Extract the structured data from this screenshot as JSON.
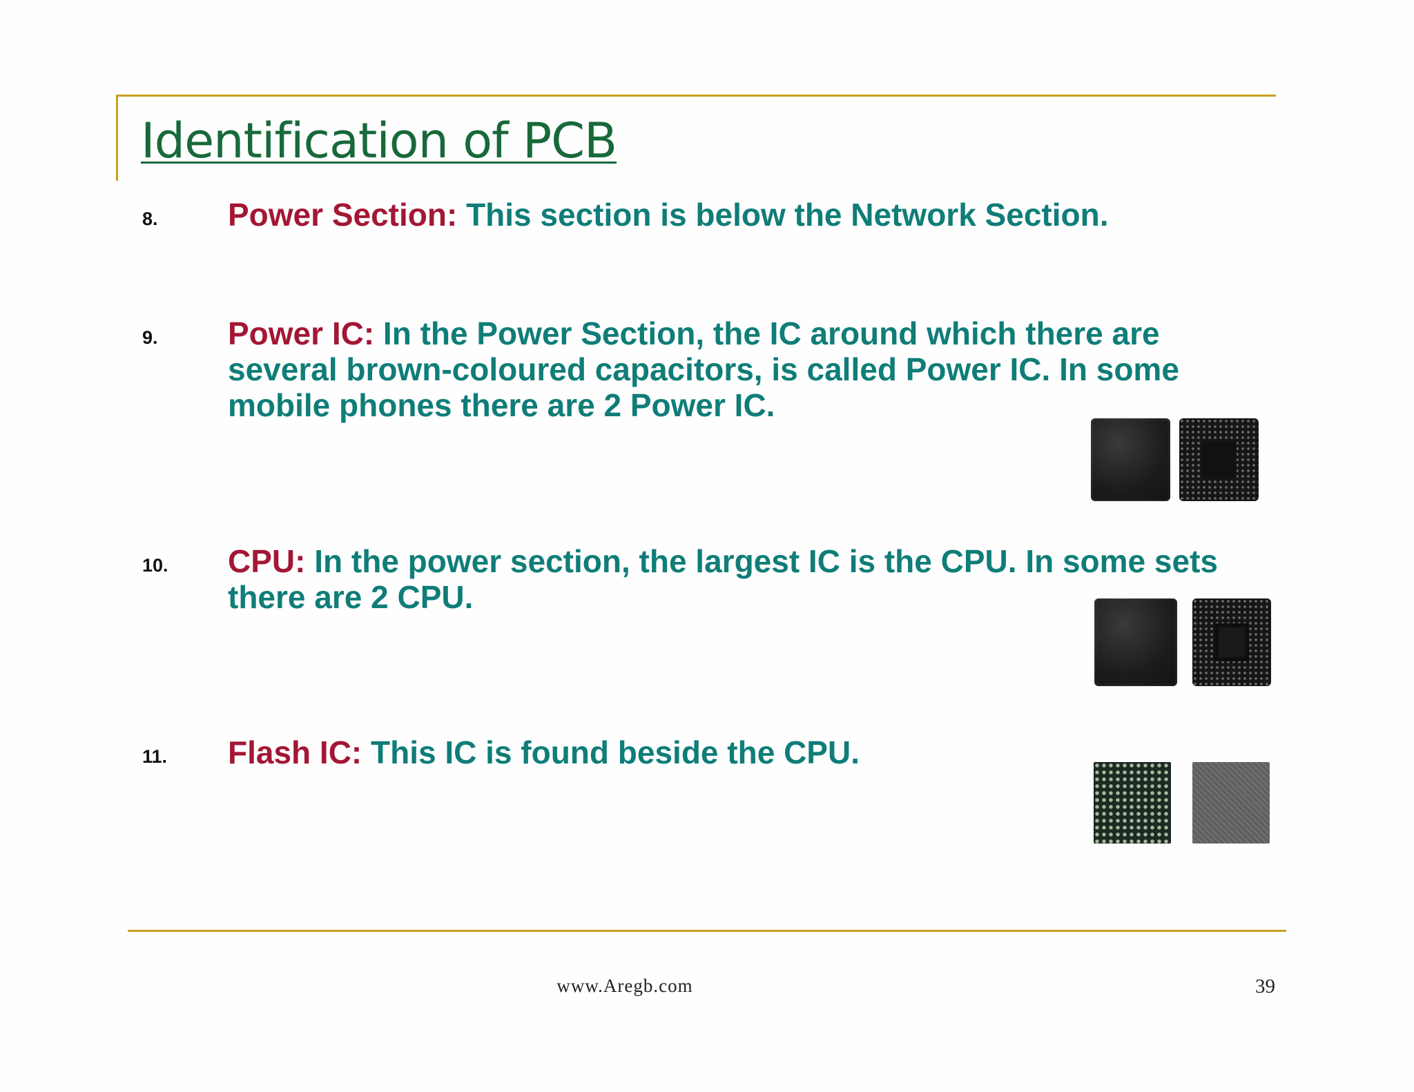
{
  "slide": {
    "title": "Identification of PCB",
    "items": [
      {
        "number": "8.",
        "term": "Power Section:",
        "text": " This section is below the Network Section."
      },
      {
        "number": "9.",
        "term": "Power IC:",
        "text": " In the Power Section, the IC around which there are several brown-coloured capacitors, is called Power IC. In some mobile phones there are 2 Power IC."
      },
      {
        "number": "10.",
        "term": "CPU:",
        "text": " In the power section, the largest IC is the CPU. In some sets there are 2 CPU."
      },
      {
        "number": "11.",
        "term": "Flash IC:",
        "text": " This IC is found beside the CPU."
      }
    ]
  },
  "images": {
    "power_ic": "power-ic-chip-photos",
    "cpu": "cpu-chip-photos",
    "flash_ic": "flash-ic-chip-photos"
  },
  "footer": {
    "url": "www.Aregb.com",
    "page_number": "39"
  },
  "colors": {
    "title": "#18693a",
    "term": "#a31734",
    "body_text": "#0f7d78",
    "rule": "#c9a020"
  }
}
